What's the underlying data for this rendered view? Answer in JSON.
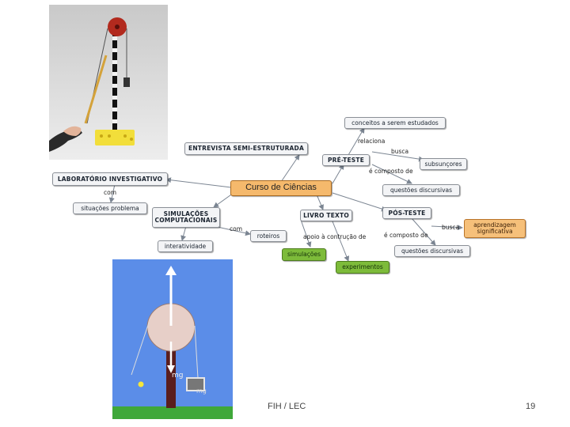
{
  "central_concept": "Curso de Ciências",
  "nodes": {
    "laboratorio": "LABORATÓRIO INVESTIGATIVO",
    "situacoes": "situações problema",
    "entrevista": "ENTREVISTA SEMI-ESTRUTURADA",
    "simulacoes_comp_1": "SIMULAÇÕES",
    "simulacoes_comp_2": "COMPUTACIONAIS",
    "interatividade": "interatividade",
    "roteiros": "roteiros",
    "pre_teste": "PRÉ-TESTE",
    "conceitos": "conceitos a serem estudados",
    "subsuncores": "subsunçores",
    "questoes_1": "questões discursivas",
    "livro_texto": "LIVRO TEXTO",
    "simulacoes": "simulações",
    "experimentos": "experimentos",
    "pos_teste": "PÓS-TESTE",
    "aprendizagem_1": "aprendizagem",
    "aprendizagem_2": "significativa",
    "questoes_2": "questões discursivas"
  },
  "links": {
    "com_1": "com",
    "com_2": "com",
    "relaciona": "relaciona",
    "busca_1": "busca",
    "composto_1": "é composto de",
    "apoio": "apoio à contrução de",
    "busca_2": "busca",
    "composto_2": "é composto de"
  },
  "simulation": {
    "label_mg_1": "mg",
    "label_mg_2": "mg"
  },
  "footer": {
    "source": "FIH / LEC",
    "page_number": "19"
  },
  "colors": {
    "central": "#f5b96c",
    "node_plain": "#f3f4f6",
    "node_green": "#7dbb3a",
    "node_orange": "#f6c07a",
    "arrow": "#7b8592",
    "sim_background": "#5b8de8",
    "sim_ground": "#3fa83a"
  }
}
